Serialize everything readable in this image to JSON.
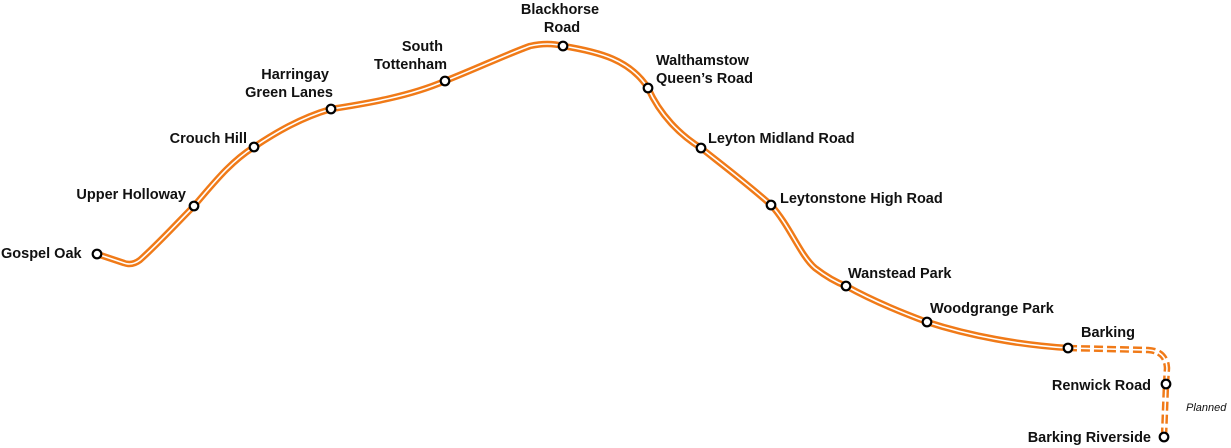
{
  "line": {
    "color": "#f07a18",
    "inner_color": "#ffffff"
  },
  "stations": [
    {
      "id": "gospel-oak",
      "lines": [
        "Gospel Oak"
      ]
    },
    {
      "id": "upper-holloway",
      "lines": [
        "Upper Holloway"
      ]
    },
    {
      "id": "crouch-hill",
      "lines": [
        "Crouch Hill"
      ]
    },
    {
      "id": "harringay-green-lanes",
      "lines": [
        "Harringay",
        "Green Lanes"
      ]
    },
    {
      "id": "south-tottenham",
      "lines": [
        "South",
        "Tottenham"
      ]
    },
    {
      "id": "blackhorse-road",
      "lines": [
        "Blackhorse",
        "Road"
      ]
    },
    {
      "id": "walthamstow-queens-road",
      "lines": [
        "Walthamstow",
        "Queen’s Road"
      ]
    },
    {
      "id": "leyton-midland-road",
      "lines": [
        "Leyton Midland Road"
      ]
    },
    {
      "id": "leytonstone-high-road",
      "lines": [
        "Leytonstone High Road"
      ]
    },
    {
      "id": "wanstead-park",
      "lines": [
        "Wanstead Park"
      ]
    },
    {
      "id": "woodgrange-park",
      "lines": [
        "Woodgrange Park"
      ]
    },
    {
      "id": "barking",
      "lines": [
        "Barking"
      ]
    },
    {
      "id": "renwick-road",
      "lines": [
        "Renwick Road"
      ]
    },
    {
      "id": "barking-riverside",
      "lines": [
        "Barking Riverside"
      ]
    }
  ],
  "planned_label": "Planned"
}
